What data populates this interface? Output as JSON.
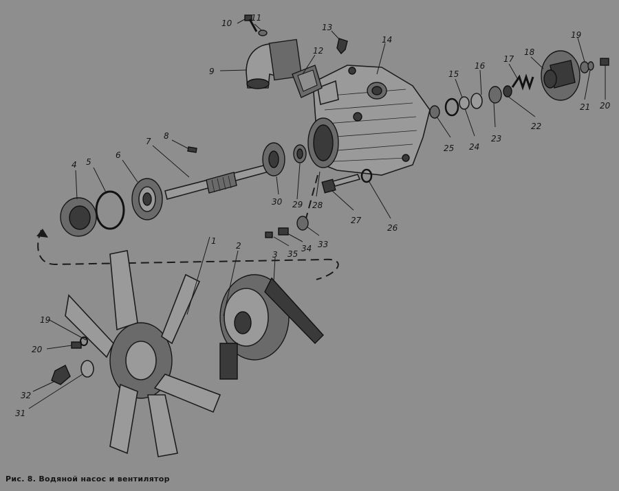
{
  "caption": "Рис. 8. Водяной насос и вентилятор",
  "callouts": [
    "1",
    "2",
    "3",
    "4",
    "5",
    "6",
    "7",
    "8",
    "9",
    "10",
    "11",
    "12",
    "13",
    "14",
    "15",
    "16",
    "17",
    "18",
    "19",
    "20",
    "21",
    "22",
    "23",
    "24",
    "25",
    "26",
    "27",
    "28",
    "29",
    "30",
    "31",
    "32",
    "33",
    "34",
    "35",
    "19",
    "20"
  ],
  "palette": {
    "background": "#8e8e8e",
    "ink": "#151515"
  }
}
